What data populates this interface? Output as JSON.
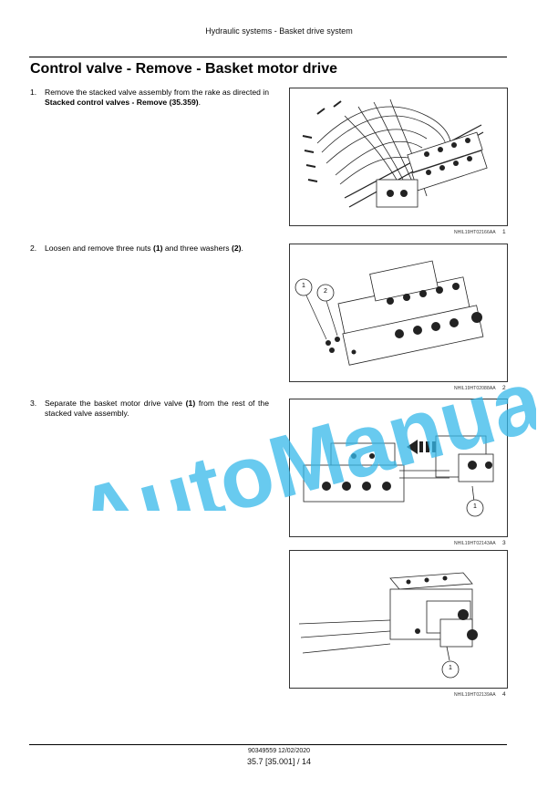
{
  "header": {
    "running_title": "Hydraulic systems - Basket drive system"
  },
  "title": "Control valve - Remove - Basket motor drive",
  "steps": [
    {
      "number": "1.",
      "text_before": "Remove the stacked valve assembly from the rake as directed in ",
      "bold": "Stacked control valves - Remove (35.359)",
      "text_after": "."
    },
    {
      "number": "2.",
      "text_a": "Loosen and remove three nuts ",
      "bold_a": "(1)",
      "text_b": " and three washers ",
      "bold_b": "(2)",
      "text_c": "."
    },
    {
      "number": "3.",
      "text_a": "Separate the basket motor drive valve ",
      "bold_a": "(1)",
      "text_b": " from the rest of the stacked valve assembly."
    }
  ],
  "figures": [
    {
      "code": "NHIL19HT02166AA",
      "number": "1",
      "callouts": []
    },
    {
      "code": "NHIL19HT02088AA",
      "number": "2",
      "callouts": [
        "1",
        "2"
      ]
    },
    {
      "code": "NHIL19HT02143AA",
      "number": "3",
      "callouts": [
        "1"
      ]
    },
    {
      "code": "NHIL19HT02139AA",
      "number": "4",
      "callouts": [
        "1"
      ]
    }
  ],
  "watermark": {
    "text": "AutoManual",
    "color": "#35b8ea"
  },
  "footer": {
    "doc_ref": "90349559 12/02/2020",
    "page_ref": "35.7 [35.001] / 14"
  }
}
